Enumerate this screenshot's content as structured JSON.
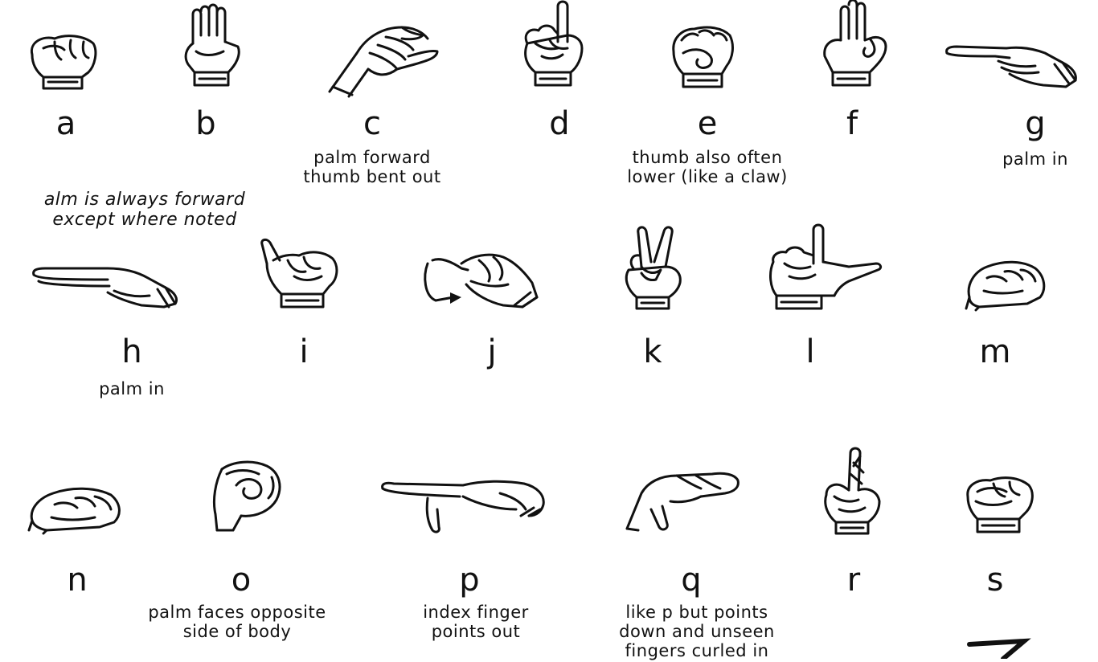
{
  "legend_note": "alm is always forward\nexcept where noted",
  "signs": [
    {
      "letter": "a",
      "note": "",
      "icon": "fist-thumb-side-hand-icon"
    },
    {
      "letter": "b",
      "note": "",
      "icon": "flat-hand-fingers-up-icon"
    },
    {
      "letter": "c",
      "note": "palm forward\nthumb bent out",
      "icon": "curved-c-hand-icon"
    },
    {
      "letter": "d",
      "note": "",
      "icon": "index-up-hand-icon"
    },
    {
      "letter": "e",
      "note": "thumb also often\nlower (like a claw)",
      "icon": "curled-fingers-hand-icon"
    },
    {
      "letter": "f",
      "note": "",
      "icon": "three-fingers-up-hand-icon"
    },
    {
      "letter": "g",
      "note": "palm in",
      "icon": "index-pointing-side-hand-icon"
    },
    {
      "letter": "h",
      "note": "palm in",
      "icon": "two-fingers-pointing-side-hand-icon"
    },
    {
      "letter": "i",
      "note": "",
      "icon": "pinky-up-hand-icon"
    },
    {
      "letter": "j",
      "note": "",
      "icon": "pinky-hook-hand-icon"
    },
    {
      "letter": "k",
      "note": "",
      "icon": "v-fingers-thumb-hand-icon"
    },
    {
      "letter": "l",
      "note": "",
      "icon": "l-shape-hand-icon"
    },
    {
      "letter": "m",
      "note": "",
      "icon": "fist-down-hand-icon"
    },
    {
      "letter": "n",
      "note": "",
      "icon": "fist-tilted-hand-icon"
    },
    {
      "letter": "o",
      "note": "palm faces opposite\nside of body",
      "icon": "o-shape-hand-icon"
    },
    {
      "letter": "p",
      "note": "index finger\npoints out",
      "icon": "index-out-down-hand-icon"
    },
    {
      "letter": "q",
      "note": "like p but points\ndown and unseen\nfingers curled in",
      "icon": "pointing-down-hand-icon"
    },
    {
      "letter": "r",
      "note": "",
      "icon": "crossed-fingers-hand-icon"
    },
    {
      "letter": "s",
      "note": "",
      "icon": "closed-fist-hand-icon"
    }
  ],
  "partial_mark_icon": "z-stroke-icon"
}
